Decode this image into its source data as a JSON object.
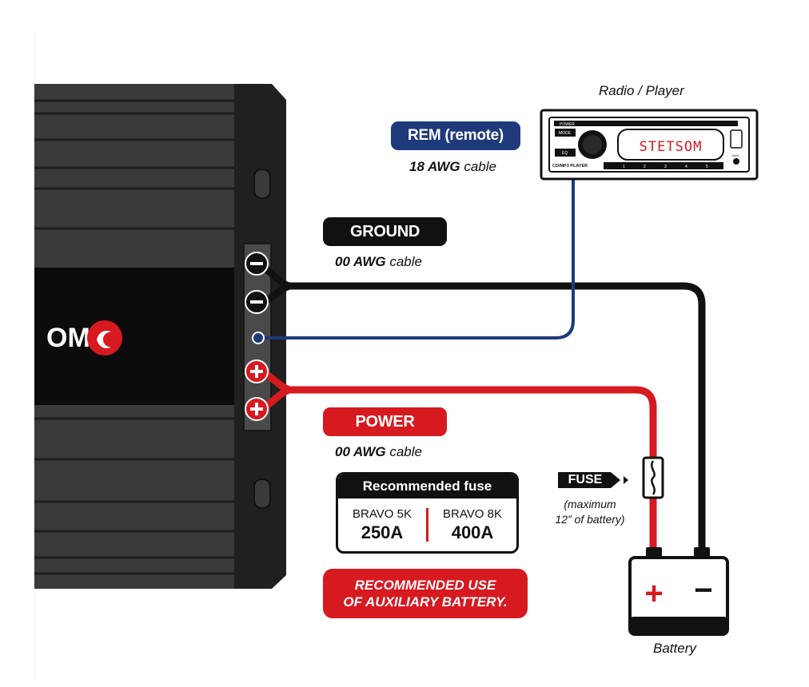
{
  "amplifier": {
    "logo_text": "OM"
  },
  "radio": {
    "title": "Radio / Player",
    "display_text": "STETSOM",
    "buttons": [
      "POWER",
      "MODE",
      "EQ"
    ],
    "model_text": "CD/MP3 PLAYER",
    "aux_text": "AUX",
    "presets": [
      "1",
      "2",
      "3",
      "4",
      "5"
    ]
  },
  "rem": {
    "label": "REM (remote)",
    "gauge": "18 AWG",
    "suffix": "cable",
    "color": "#1f3a7a"
  },
  "ground": {
    "label": "GROUND",
    "gauge": "00 AWG",
    "suffix": "cable",
    "color": "#111111"
  },
  "power": {
    "label": "POWER",
    "gauge": "00 AWG",
    "suffix": "cable",
    "color": "#d71920"
  },
  "fuse_table": {
    "header": "Recommended fuse",
    "columns": [
      {
        "model": "BRAVO 5K",
        "amps": "250A"
      },
      {
        "model": "BRAVO 8K",
        "amps": "400A"
      }
    ]
  },
  "fuse_tag": {
    "label": "FUSE",
    "note_line1": "(maximum",
    "note_line2": "12” of battery)"
  },
  "aux_battery": {
    "line1": "RECOMMENDED USE",
    "line2": "OF AUXILIARY BATTERY."
  },
  "battery": {
    "label": "Battery",
    "plus": "+",
    "minus": "−"
  }
}
